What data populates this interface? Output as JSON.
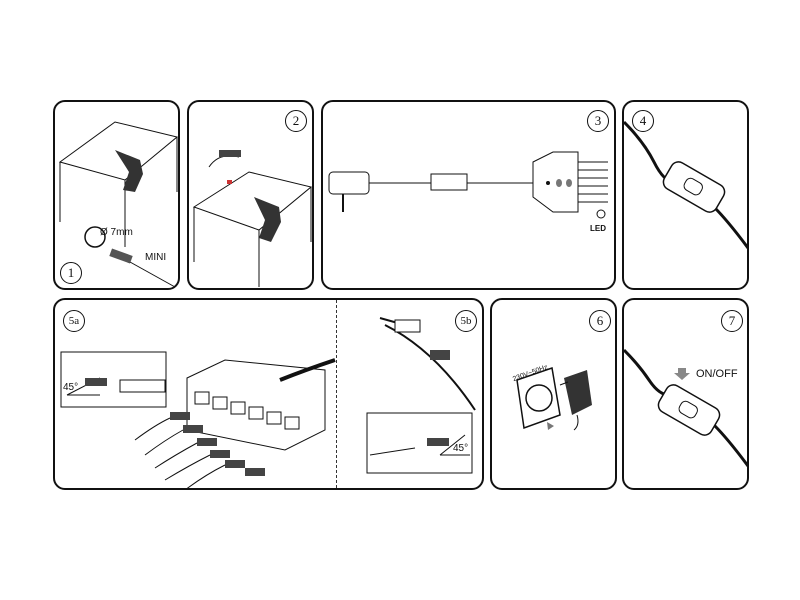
{
  "steps": {
    "s1": {
      "number": "1",
      "diameter": "Ø 7mm",
      "connector": "MINI"
    },
    "s2": {
      "number": "2"
    },
    "s3": {
      "number": "3",
      "led": "LED"
    },
    "s4": {
      "number": "4"
    },
    "s5a": {
      "number": "5a",
      "angle": "45°"
    },
    "s5b": {
      "number": "5b",
      "angle": "45°"
    },
    "s6": {
      "number": "6",
      "voltage": "230V~50Hz"
    },
    "s7": {
      "number": "7",
      "switch": "ON/OFF"
    }
  }
}
